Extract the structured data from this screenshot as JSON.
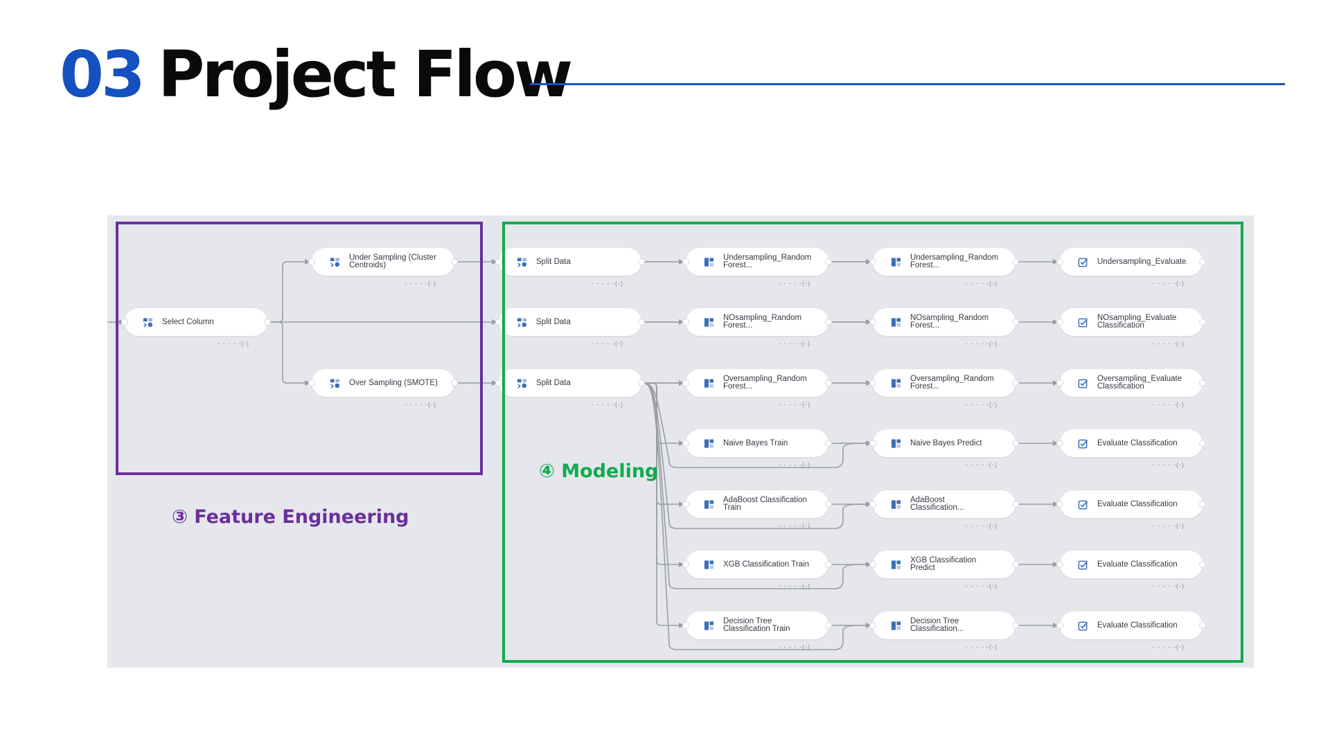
{
  "header": {
    "number": "03",
    "title": "Project Flow"
  },
  "colors": {
    "title_number": "#1450c0",
    "title_rule": "#1552c2",
    "feature_engineering": "#6b2f9b",
    "modeling": "#13aa4e",
    "canvas": "#e5e7ec",
    "edge": "#9a9da3"
  },
  "groups": {
    "feature_engineering": "③ Feature Engineering",
    "modeling": "④ Modeling"
  },
  "nodes": {
    "select_column": {
      "label": "Select Column",
      "icon": "transform-icon",
      "status": "- - - - -(-)"
    },
    "under_sampling": {
      "label": "Under Sampling (Cluster Centroids)",
      "icon": "transform-icon",
      "status": "- - - - -(-)"
    },
    "over_sampling": {
      "label": "Over Sampling (SMOTE)",
      "icon": "transform-icon",
      "status": "- - - - -(-)"
    },
    "split_1": {
      "label": "Split Data",
      "icon": "transform-icon",
      "status": "- - - - -(-)"
    },
    "split_2": {
      "label": "Split Data",
      "icon": "transform-icon",
      "status": "- - - - -(-)"
    },
    "split_3": {
      "label": "Split Data",
      "icon": "transform-icon",
      "status": "- - - - -(-)"
    },
    "under_train": {
      "label": "Undersampling_Random Forest...",
      "icon": "model-icon",
      "status": "- - - - -(-)"
    },
    "under_predict": {
      "label": "Undersampling_Random Forest...",
      "icon": "model-icon",
      "status": "- - - - -(-)"
    },
    "under_eval": {
      "label": "Undersampling_Evaluate...",
      "icon": "evaluate-icon",
      "status": "- - - - -(-)"
    },
    "no_train": {
      "label": "NOsampling_Random Forest...",
      "icon": "model-icon",
      "status": "- - - - -(-)"
    },
    "no_predict": {
      "label": "NOsampling_Random Forest...",
      "icon": "model-icon",
      "status": "- - - - -(-)"
    },
    "no_eval": {
      "label": "NOsampling_Evaluate Classification",
      "icon": "evaluate-icon",
      "status": "- - - - -(-)"
    },
    "over_train": {
      "label": "Oversampling_Random Forest...",
      "icon": "model-icon",
      "status": "- - - - -(-)"
    },
    "over_predict": {
      "label": "Oversampling_Random Forest...",
      "icon": "model-icon",
      "status": "- - - - -(-)"
    },
    "over_eval": {
      "label": "Oversampling_Evaluate Classification",
      "icon": "evaluate-icon",
      "status": "- - - - -(-)"
    },
    "nb_train": {
      "label": "Naive Bayes Train",
      "icon": "model-icon",
      "status": "- - - - -(-)"
    },
    "nb_predict": {
      "label": "Naive Bayes Predict",
      "icon": "model-icon",
      "status": "- - - - -(-)"
    },
    "nb_eval": {
      "label": "Evaluate Classification",
      "icon": "evaluate-icon",
      "status": "- - - - -(-)"
    },
    "ada_train": {
      "label": "AdaBoost Classification Train",
      "icon": "model-icon",
      "status": "- - - - -(-)"
    },
    "ada_predict": {
      "label": "AdaBoost Classification...",
      "icon": "model-icon",
      "status": "- - - - -(-)"
    },
    "ada_eval": {
      "label": "Evaluate Classification",
      "icon": "evaluate-icon",
      "status": "- - - - -(-)"
    },
    "xgb_train": {
      "label": "XGB Classification Train",
      "icon": "model-icon",
      "status": "- - - - -(-)"
    },
    "xgb_predict": {
      "label": "XGB Classification Predict",
      "icon": "model-icon",
      "status": "- - - - -(-)"
    },
    "xgb_eval": {
      "label": "Evaluate Classification",
      "icon": "evaluate-icon",
      "status": "- - - - -(-)"
    },
    "dt_train": {
      "label": "Decision Tree Classification Train",
      "icon": "model-icon",
      "status": "- - - - -(-)"
    },
    "dt_predict": {
      "label": "Decision Tree Classification...",
      "icon": "model-icon",
      "status": "- - - - -(-)"
    },
    "dt_eval": {
      "label": "Evaluate Classification",
      "icon": "evaluate-icon",
      "status": "- - - - -(-)"
    }
  },
  "edges": [
    [
      "select_column",
      "under_sampling"
    ],
    [
      "select_column",
      "split_2"
    ],
    [
      "select_column",
      "over_sampling"
    ],
    [
      "under_sampling",
      "split_1"
    ],
    [
      "over_sampling",
      "split_3"
    ],
    [
      "split_1",
      "under_train"
    ],
    [
      "split_1",
      "under_predict"
    ],
    [
      "under_train",
      "under_predict"
    ],
    [
      "under_predict",
      "under_eval"
    ],
    [
      "split_2",
      "no_train"
    ],
    [
      "split_2",
      "no_predict"
    ],
    [
      "no_train",
      "no_predict"
    ],
    [
      "no_predict",
      "no_eval"
    ],
    [
      "split_3",
      "over_train"
    ],
    [
      "split_3",
      "over_predict"
    ],
    [
      "over_train",
      "over_predict"
    ],
    [
      "over_predict",
      "over_eval"
    ],
    [
      "split_3",
      "nb_train"
    ],
    [
      "split_3",
      "nb_predict"
    ],
    [
      "nb_train",
      "nb_predict"
    ],
    [
      "nb_predict",
      "nb_eval"
    ],
    [
      "split_3",
      "ada_train"
    ],
    [
      "split_3",
      "ada_predict"
    ],
    [
      "ada_train",
      "ada_predict"
    ],
    [
      "ada_predict",
      "ada_eval"
    ],
    [
      "split_3",
      "xgb_train"
    ],
    [
      "split_3",
      "xgb_predict"
    ],
    [
      "xgb_train",
      "xgb_predict"
    ],
    [
      "xgb_predict",
      "xgb_eval"
    ],
    [
      "split_3",
      "dt_train"
    ],
    [
      "split_3",
      "dt_predict"
    ],
    [
      "dt_train",
      "dt_predict"
    ],
    [
      "dt_predict",
      "dt_eval"
    ]
  ]
}
